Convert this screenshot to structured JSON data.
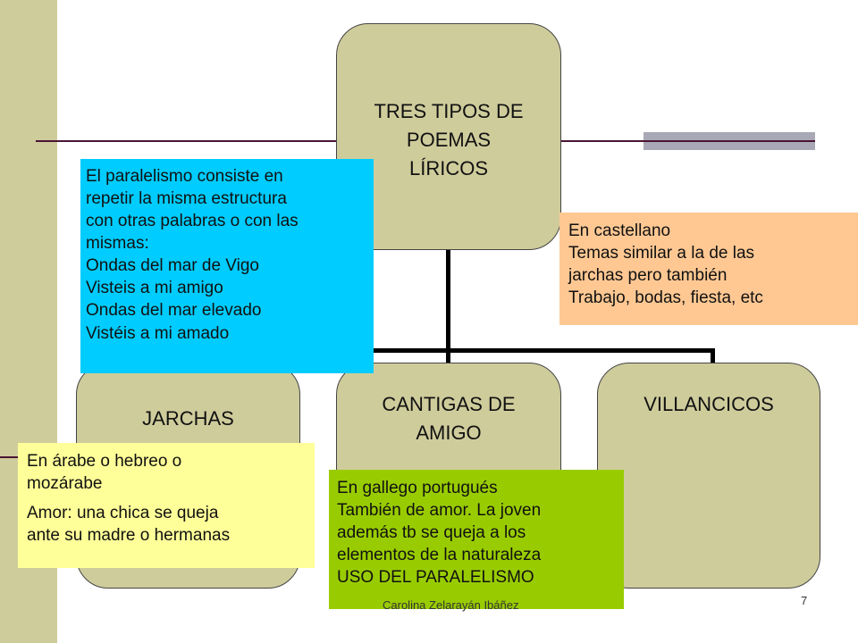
{
  "root": {
    "lines": [
      "TRES TIPOS DE",
      "POEMAS",
      "LÍRICOS"
    ]
  },
  "nodes": [
    {
      "lines": [
        "JARCHAS"
      ]
    },
    {
      "lines": [
        "CANTIGAS DE",
        "AMIGO"
      ]
    },
    {
      "lines": [
        "VILLANCICOS"
      ]
    }
  ],
  "notes": {
    "paralelismo": [
      "El paralelismo consiste en",
      "repetir la misma estructura",
      "con otras palabras o con las",
      "mismas:",
      "Ondas del mar de Vigo",
      "Visteis a mi amigo",
      "Ondas del mar elevado",
      "Vistéis a mi amado"
    ],
    "castellano": [
      "En castellano",
      "Temas similar a la de las",
      "jarchas pero también",
      "Trabajo, bodas, fiesta, etc"
    ],
    "jarchas": {
      "p1": [
        "En árabe o hebreo o",
        "mozárabe"
      ],
      "p2": [
        "Amor: una chica se queja",
        "ante su madre o hermanas"
      ]
    },
    "cantigas": [
      "En gallego portugués",
      "También de amor. La joven",
      "además tb se queja a los",
      "elementos de la naturaleza",
      "USO DEL PARALELISMO"
    ]
  },
  "footer": {
    "author": "Carolina Zelarayán Ibáñez",
    "page": "7"
  },
  "colors": {
    "node_fill": "#cfcc9c",
    "paralelismo_note": "#00ccff",
    "castellano_note": "#ffc893",
    "jarchas_note": "#ffff99",
    "cantigas_note": "#99cc00"
  }
}
